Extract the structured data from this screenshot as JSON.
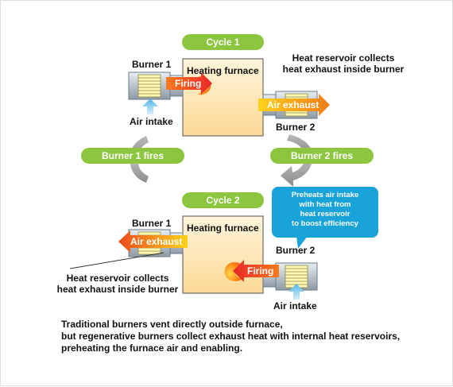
{
  "cycle1": {
    "title": "Cycle 1",
    "furnace_label": "Heating furnace",
    "burner1_label": "Burner 1",
    "burner2_label": "Burner 2",
    "firing_label": "Firing",
    "exhaust_label": "Air exhaust",
    "intake_label": "Air intake",
    "reservoir_note_line1": "Heat reservoir collects",
    "reservoir_note_line2": "heat exhaust inside burner"
  },
  "transitions": {
    "left_label": "Burner 1 fires",
    "right_label": "Burner 2 fires"
  },
  "cycle2": {
    "title": "Cycle 2",
    "furnace_label": "Heating furnace",
    "burner1_label": "Burner 1",
    "burner2_label": "Burner 2",
    "firing_label": "Firing",
    "exhaust_label": "Air exhaust",
    "intake_label": "Air intake",
    "reservoir_note_line1": "Heat reservoir collects",
    "reservoir_note_line2": "heat exhaust inside burner",
    "callout_lines": [
      "Preheats air intake",
      "with heat from",
      "heat reservoir",
      "to boost efficiency"
    ]
  },
  "footer": {
    "line1": "Traditional burners vent directly outside furnace,",
    "line2": "but regenerative burners collect exhaust heat with internal heat reservoirs,",
    "line3": "preheating the furnace air and enabling."
  },
  "colors": {
    "pill_green": "#8cc63f",
    "callout_blue": "#1aa3d9",
    "furnace_fill": "#fde6b4",
    "firing_red": "#e8262a",
    "exhaust_orange": "#f39b1a",
    "intake_arrow": "#4fb6e6"
  }
}
